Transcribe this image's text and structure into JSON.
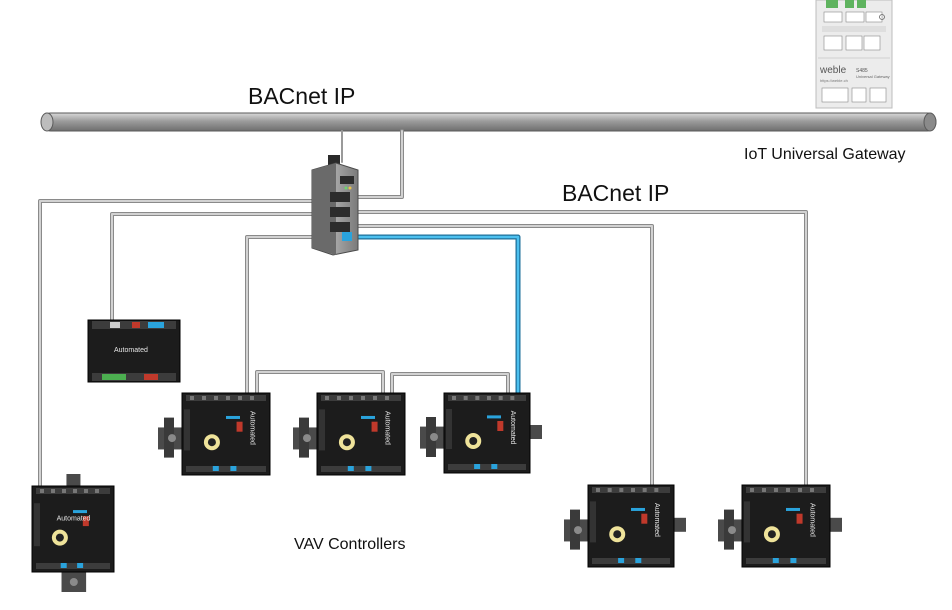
{
  "labels": {
    "backbone": "BACnet IP",
    "branch": "BACnet IP",
    "gateway": "IoT Universal Gateway",
    "vav": "VAV Controllers"
  },
  "gateway_device": {
    "brand": "weble",
    "model": "S485",
    "subtitle": "Universal Gateway",
    "url": "https://weble.ch"
  },
  "controller_brand": "Automated",
  "colors": {
    "backbone": "#a6a6a6",
    "cable": "#b4b4b4",
    "blue_cable": "#2aa3dc",
    "controller_body": "#1c1c1c",
    "bracket": "#4a4a4a",
    "switch_body": "#8d8d8d"
  }
}
